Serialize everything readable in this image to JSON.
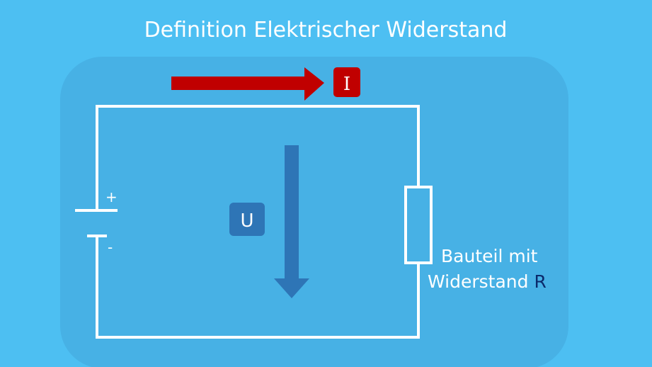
{
  "title": "Definition Elektrischer Widerstand",
  "current_label": "I",
  "voltage_label": "U",
  "battery": {
    "plus": "+",
    "minus": "-"
  },
  "component": {
    "line1": "Bauteil mit",
    "line2_prefix": "Widerstand ",
    "symbol": "R"
  },
  "colors": {
    "background": "#4dbff2",
    "panel": "#47b1e5",
    "current": "#c00000",
    "voltage": "#2e75b6",
    "symbol": "#0b2a6b"
  }
}
